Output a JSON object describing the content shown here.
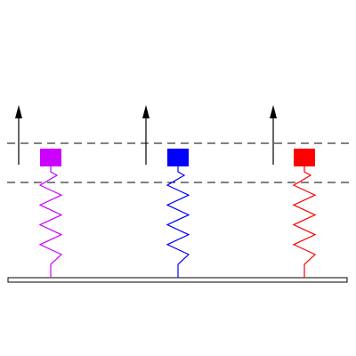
{
  "diagram": {
    "type": "spring-mass-system",
    "background": "#ffffff",
    "line_color": "#000000",
    "arrow_color": "#000000",
    "guide_lines": {
      "count": 2,
      "style": "dashed"
    },
    "base_plate": {
      "fill": "#ffffff",
      "stroke": "#000000"
    },
    "oscillators": [
      {
        "name": "purple",
        "color": "#cc00ff",
        "arrow": "up"
      },
      {
        "name": "blue",
        "color": "#0000ff",
        "arrow": "up"
      },
      {
        "name": "red",
        "color": "#ff0000",
        "arrow": "up"
      }
    ]
  }
}
